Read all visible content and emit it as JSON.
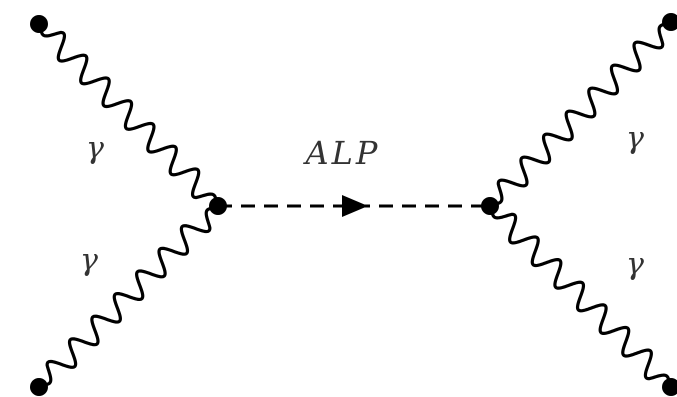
{
  "diagram": {
    "mediator_label": "ALP",
    "photon_labels": [
      "γ",
      "γ",
      "γ",
      "γ"
    ]
  },
  "colors": {
    "line": "#000000",
    "label": "#333333",
    "background": "#ffffff"
  }
}
